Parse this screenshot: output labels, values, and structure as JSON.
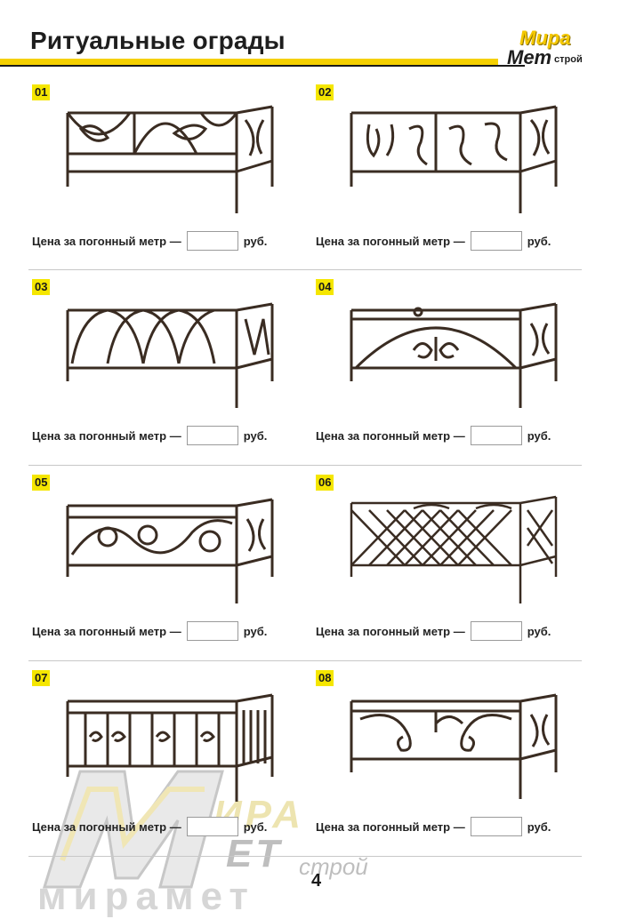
{
  "header": {
    "title": "Ритуальные ограды",
    "logo_top": "Мира",
    "logo_bottom": "Мет",
    "logo_sub": "строй"
  },
  "price_label": "Цена за погонный метр —",
  "price_unit": "руб.",
  "items": [
    {
      "id": "01",
      "pattern": "leaf-arcs"
    },
    {
      "id": "02",
      "pattern": "scroll-hearts"
    },
    {
      "id": "03",
      "pattern": "gothic-arches"
    },
    {
      "id": "04",
      "pattern": "single-arch-scroll"
    },
    {
      "id": "05",
      "pattern": "waves-circles"
    },
    {
      "id": "06",
      "pattern": "lattice"
    },
    {
      "id": "07",
      "pattern": "bars-scrolls"
    },
    {
      "id": "08",
      "pattern": "double-scroll"
    }
  ],
  "watermark": {
    "ira": "ИРА",
    "et": "ЕТ",
    "stroy": "строй",
    "miramet": "мирамет"
  },
  "page_number": "4",
  "colors": {
    "accent_yellow": "#f5d000",
    "badge_yellow": "#f5e600",
    "metal": "#3a2c22"
  }
}
